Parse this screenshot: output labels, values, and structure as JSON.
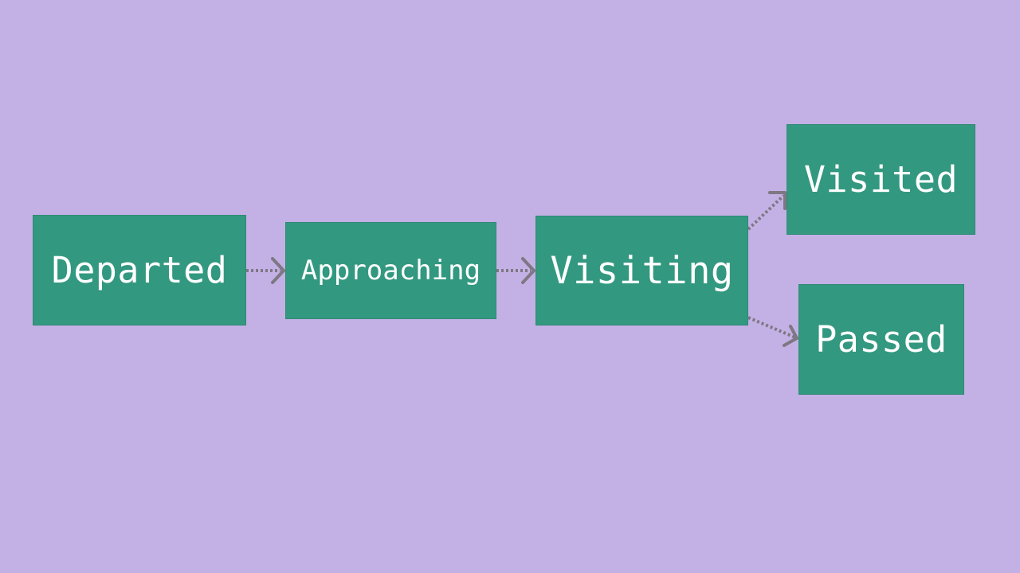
{
  "diagram": {
    "background": "#c3b1e5",
    "node_color": "#339880",
    "edge_color": "#7e7784",
    "nodes": [
      {
        "id": "departed",
        "label": "Departed"
      },
      {
        "id": "approaching",
        "label": "Approaching"
      },
      {
        "id": "visiting",
        "label": "Visiting"
      },
      {
        "id": "visited",
        "label": "Visited"
      },
      {
        "id": "passed",
        "label": "Passed"
      }
    ],
    "edges": [
      {
        "from": "departed",
        "to": "approaching",
        "style": "dotted"
      },
      {
        "from": "approaching",
        "to": "visiting",
        "style": "dotted"
      },
      {
        "from": "visiting",
        "to": "visited",
        "style": "dotted"
      },
      {
        "from": "visiting",
        "to": "passed",
        "style": "dotted"
      }
    ]
  }
}
